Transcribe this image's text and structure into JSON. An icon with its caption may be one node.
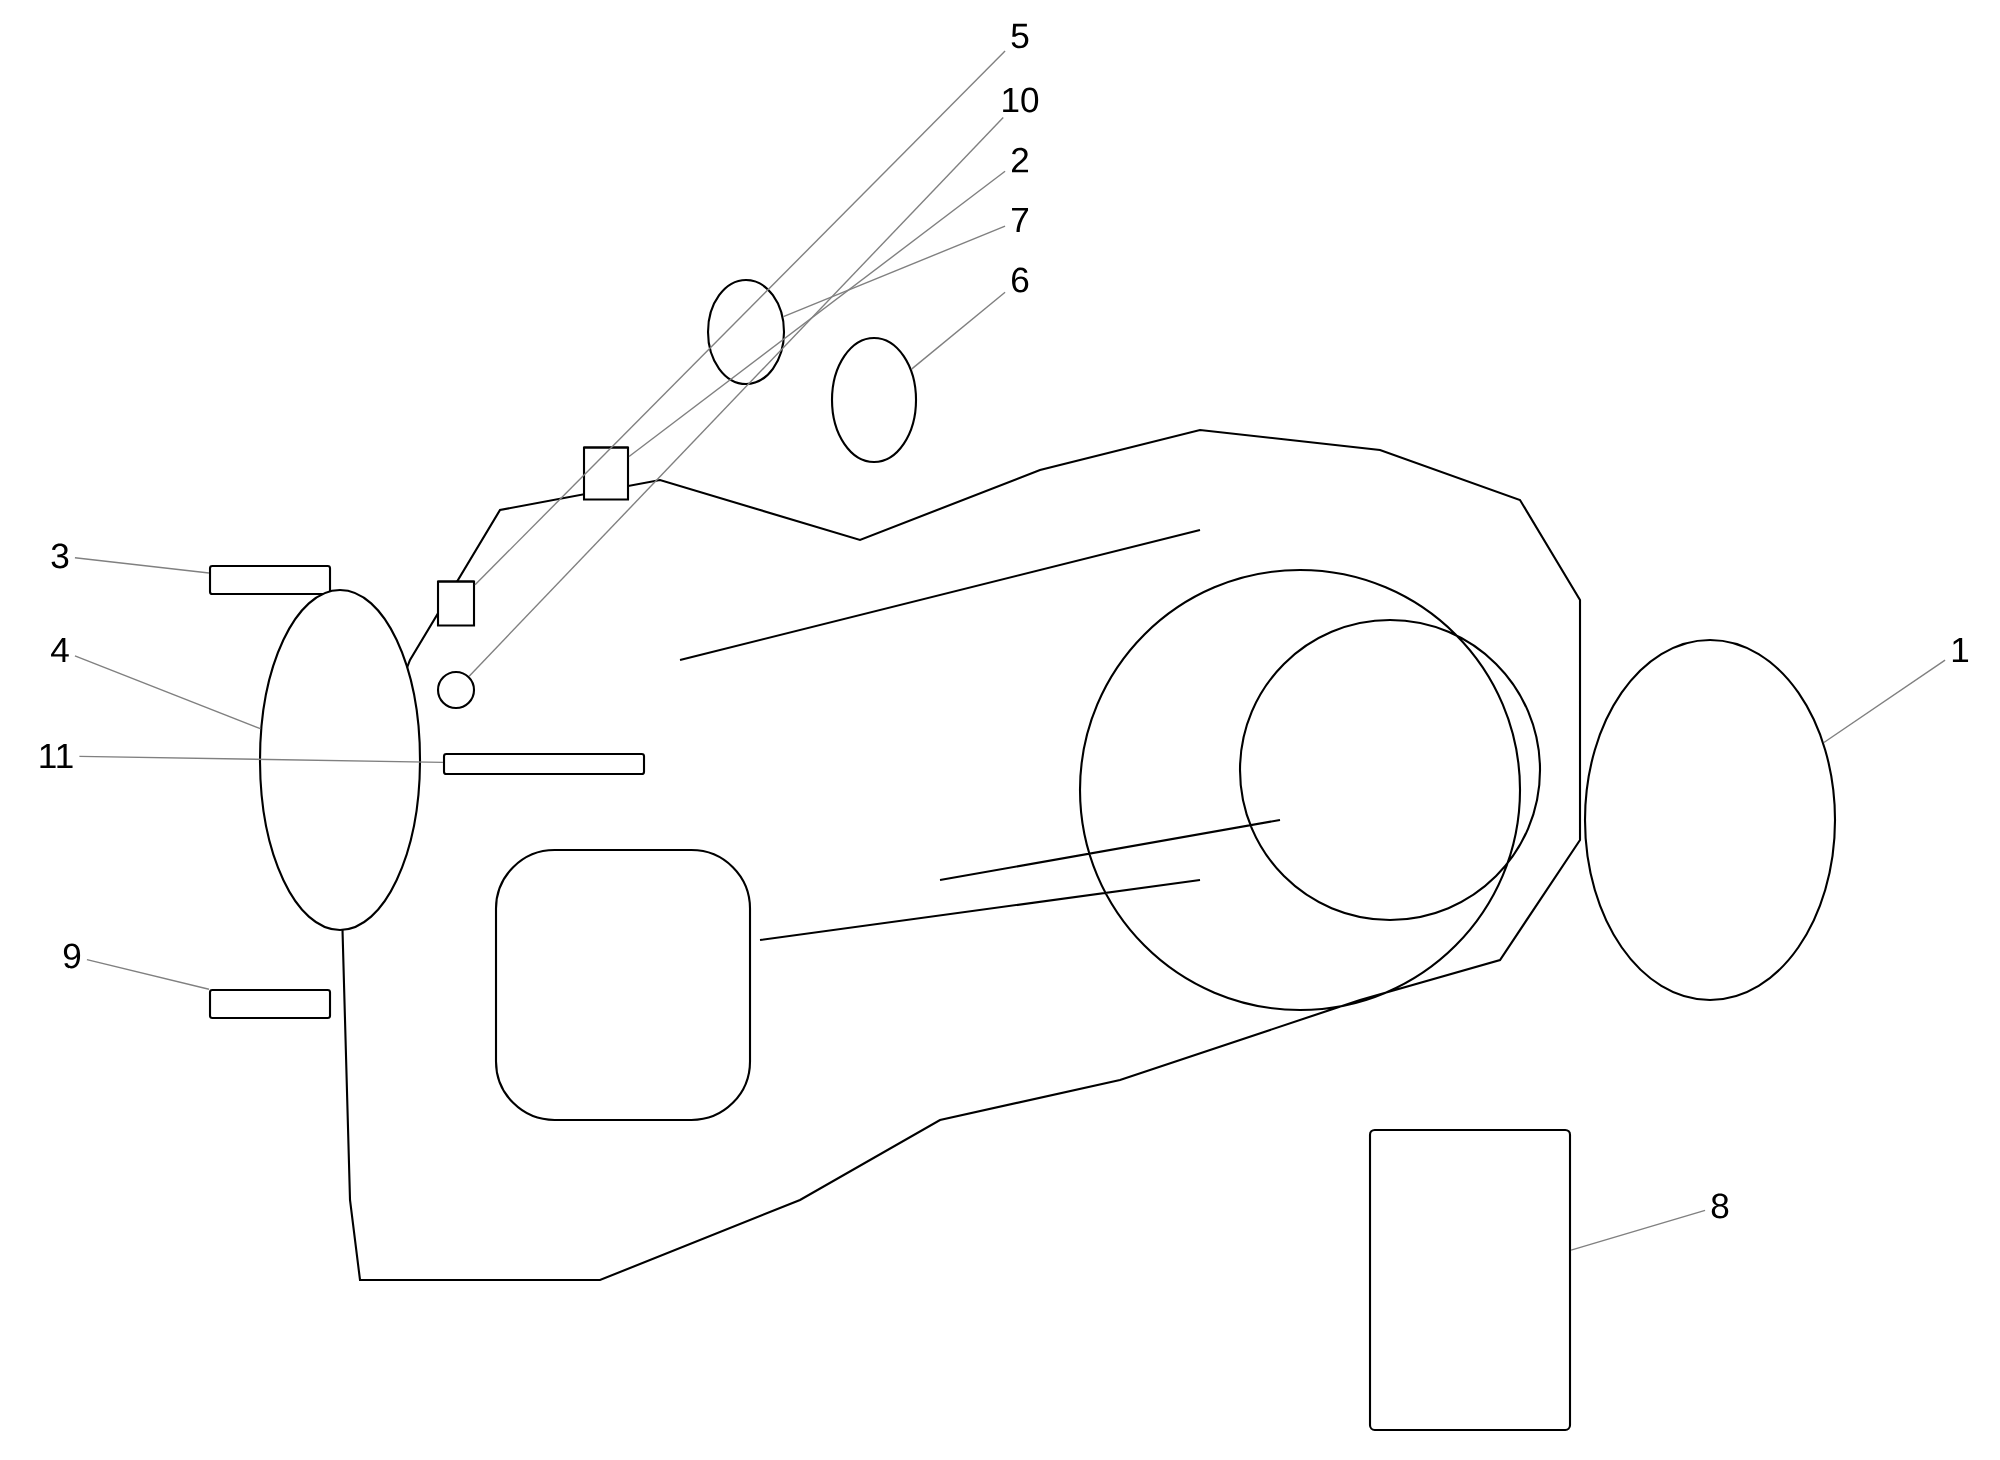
{
  "diagram": {
    "nodes": [
      {
        "text": [
          "5"
        ]
      },
      {
        "text": [
          "10"
        ]
      },
      {
        "text": [
          "2"
        ]
      },
      {
        "text": [
          "7"
        ]
      },
      {
        "text": [
          "6"
        ]
      },
      {
        "text": [
          "3"
        ]
      },
      {
        "text": [
          "4"
        ]
      },
      {
        "text": [
          "1"
        ]
      },
      {
        "text": [
          "11"
        ]
      },
      {
        "text": [
          "9"
        ]
      },
      {
        "text": [
          "8"
        ]
      },
      {
        "text": [],
        "shape": "cylinder"
      },
      {
        "text": [],
        "shape": "circle"
      },
      {
        "text": [],
        "shape": "cylinder"
      },
      {
        "text": [],
        "shape": "circle"
      },
      {
        "text": [],
        "shape": "circle"
      },
      {
        "text": [],
        "shape": "bar"
      },
      {
        "text": [],
        "shape": "circle"
      },
      {
        "text": [],
        "shape": "circle"
      },
      {
        "text": [],
        "shape": "bar"
      },
      {
        "text": [],
        "shape": "bar"
      },
      {
        "text": [],
        "shape": "box"
      }
    ],
    "edges": [
      {
        "from": 0,
        "to": 11,
        "arrow": "none"
      },
      {
        "from": 1,
        "to": 12,
        "arrow": "none"
      },
      {
        "from": 2,
        "to": 13,
        "arrow": "none"
      },
      {
        "from": 3,
        "to": 14,
        "arrow": "none"
      },
      {
        "from": 4,
        "to": 15,
        "arrow": "none"
      },
      {
        "from": 5,
        "to": 16,
        "arrow": "none"
      },
      {
        "from": 6,
        "to": 17,
        "arrow": "none"
      },
      {
        "from": 7,
        "to": 18,
        "arrow": "none"
      },
      {
        "from": 8,
        "to": 19,
        "arrow": "none"
      },
      {
        "from": 9,
        "to": 20,
        "arrow": "none"
      },
      {
        "from": 10,
        "to": 21,
        "arrow": "none"
      }
    ]
  }
}
